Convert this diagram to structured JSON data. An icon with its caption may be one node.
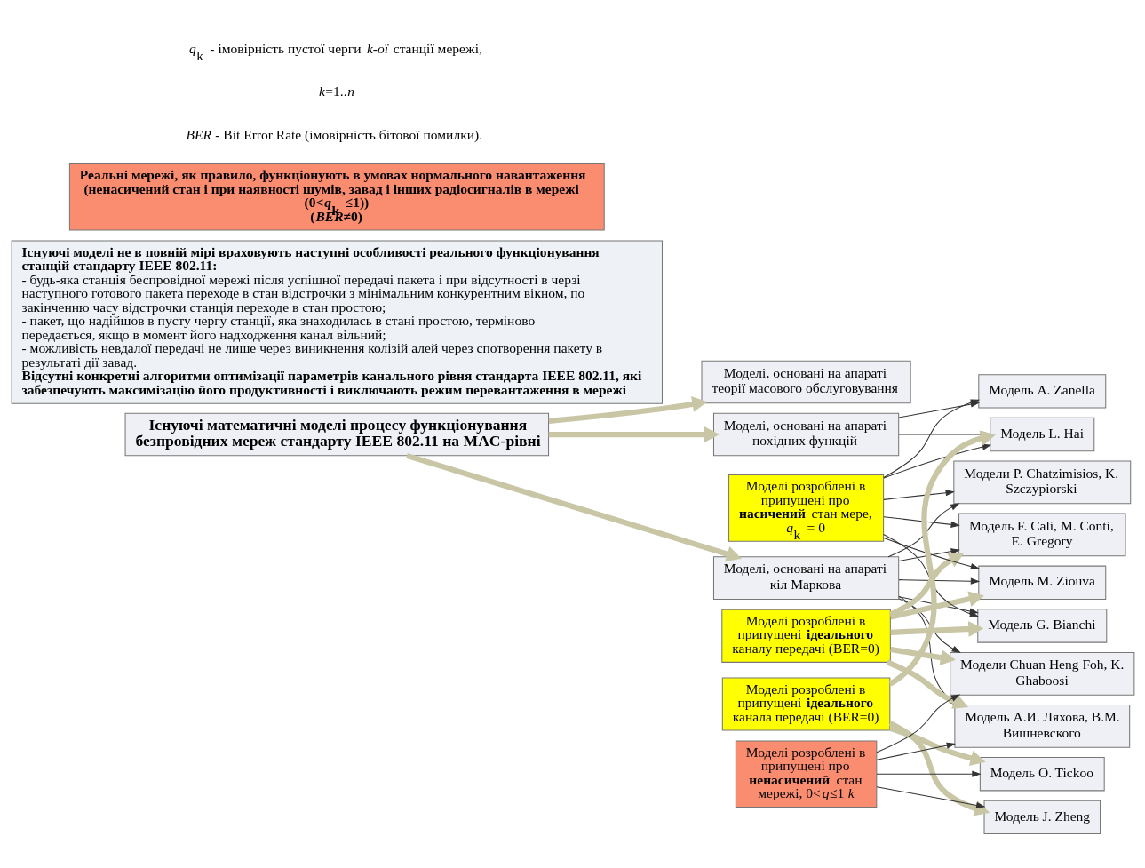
{
  "diagram": {
    "nodes": [
      {
        "text": [
          "Існуючі математичні моделі процесу функціонування безпровідних мереж стандарту IEEE 802.11 на MAC-рівні"
        ]
      },
      {
        "text": [
          "Моделі, основані на апараті кіл Маркова"
        ]
      },
      {
        "text": [
          "Моделі, основані на апараті похідних функцій"
        ]
      },
      {
        "text": [
          "Моделі, основані на апараті теорії масового обслуговування"
        ]
      },
      {
        "text": [
          "Моделі розроблені в припущені **ідеального** каналу передачі (BER=0)"
        ]
      },
      {
        "text": [
          "Модель G. Bianchi"
        ]
      },
      {
        "text": [
          "Модель F. Cali, M. Conti, E. Gregory"
        ]
      },
      {
        "text": [
          "Модели P. Chatzimisios, K. Szczypiorski"
        ]
      },
      {
        "text": [
          "Модель M. Ziouva"
        ]
      },
      {
        "text": [
          "Модели Chuan Heng Foh, K. Ghaboosi"
        ]
      },
      {
        "text": [
          "Модель А.И. Ляхова, В.М. Вишневского"
        ]
      },
      {
        "text": [
          "Моделі розроблені в припущені про **насичений** стан мере, *q*$_{k}$ = 0"
        ]
      },
      {
        "text": [
          "Модель L. Hai"
        ]
      },
      {
        "text": [
          "Модель A. Zanella"
        ]
      },
      {
        "text": [
          "Моделі розроблені в припущені **ідеального** канала передачі (BER=0)"
        ]
      },
      {
        "text": [
          "Модель O. Tickoo"
        ]
      },
      {
        "text": [
          "Модель J. Zheng"
        ]
      },
      {
        "text": [
          "Моделі розроблені в припущені про **ненасичений** стан мережі, 0<*q*≤1 *k*"
        ]
      },
      {
        "text": [
          "Існуючі моделі не в повній мірі враховують наступні особливості реального функціонування станцій стандарту IEEE 802.11:",
          "- будь-яка станція беспровідної мережі після успішної передачі пакета і при відсутності в черзі наступного готового пакета переходе в стан відстрочки з мінімальним конкурентним вікном, по закінченню часу відстрочки станція переходе в стан простою;",
          "- пакет, що надійшов в пусту чергу станції, яка знаходилась в стані простою, терміново передається, якщо в момент його надходження канал вільний;",
          "- можливість невдалої передачі не лише через виникнення колізій алей через спотворення пакету в результаті дії завад.",
          "Відсутні конкретні алгоритми оптимізації параметрів канального рівня стандарта IEEE 802.11, які забезпечують максимізацію його продуктивності і виключають режим перевантаження в мережі"
        ]
      },
      {
        "text": [
          "Реальні мережі, як правило, функціонують в умовах нормального навантаження (ненасичений стан і при наявності шумів, завад і інших радіосигналів в мережі",
          "(0<*q*$_{k}$ ≤1))",
          "(*BER*≠0)"
        ]
      }
    ],
    "edges": [
      {
        "from": 0,
        "to": 1,
        "arrow": "to",
        "style": "thick",
        "color": "#c9c6a6"
      },
      {
        "from": 0,
        "to": 2,
        "arrow": "to",
        "style": "thick",
        "color": "#c9c6a6"
      },
      {
        "from": 0,
        "to": 3,
        "arrow": "to",
        "style": "thick",
        "color": "#c9c6a6"
      },
      {
        "from": 1,
        "to": 5,
        "arrow": "to"
      },
      {
        "from": 1,
        "to": 6,
        "arrow": "to"
      },
      {
        "from": 1,
        "to": 7,
        "arrow": "to"
      },
      {
        "from": 1,
        "to": 8,
        "arrow": "to"
      },
      {
        "from": 1,
        "to": 9,
        "arrow": "to"
      },
      {
        "from": 1,
        "to": 10,
        "arrow": "to"
      },
      {
        "from": 4,
        "to": 5,
        "arrow": "to",
        "style": "thick",
        "color": "#c9c6a6"
      },
      {
        "from": 4,
        "to": 6,
        "arrow": "to",
        "style": "thick",
        "color": "#c9c6a6"
      },
      {
        "from": 4,
        "to": 8,
        "arrow": "to",
        "style": "thick",
        "color": "#c9c6a6"
      },
      {
        "from": 4,
        "to": 9,
        "arrow": "to",
        "style": "thick",
        "color": "#c9c6a6"
      },
      {
        "from": 4,
        "to": 10,
        "arrow": "to",
        "style": "thick",
        "color": "#c9c6a6"
      },
      {
        "from": 11,
        "to": 5,
        "arrow": "to"
      },
      {
        "from": 11,
        "to": 6,
        "arrow": "to"
      },
      {
        "from": 11,
        "to": 7,
        "arrow": "to"
      },
      {
        "from": 11,
        "to": 8,
        "arrow": "to"
      },
      {
        "from": 11,
        "to": 12,
        "arrow": "to"
      },
      {
        "from": 11,
        "to": 13,
        "arrow": "to"
      },
      {
        "from": 2,
        "to": 12,
        "arrow": "to"
      },
      {
        "from": 2,
        "to": 13,
        "arrow": "to"
      },
      {
        "from": 14,
        "to": 12,
        "arrow": "to",
        "style": "thick",
        "color": "#c9c6a6"
      },
      {
        "from": 14,
        "to": 15,
        "arrow": "to",
        "style": "thick",
        "color": "#c9c6a6"
      },
      {
        "from": 14,
        "to": 16,
        "arrow": "to",
        "style": "thick",
        "color": "#c9c6a6"
      },
      {
        "from": 17,
        "to": 9,
        "arrow": "to"
      },
      {
        "from": 17,
        "to": 10,
        "arrow": "to"
      },
      {
        "from": 17,
        "to": 15,
        "arrow": "to"
      },
      {
        "from": 17,
        "to": 16,
        "arrow": "to"
      }
    ],
    "labels": [
      "*q*$_{k}$ - імовірність пустої черги *k-ої* станції мережі,",
      "*k*=1..*n*",
      "*BER* - Bit Error Rate (імовірність бітової помилки)."
    ]
  }
}
